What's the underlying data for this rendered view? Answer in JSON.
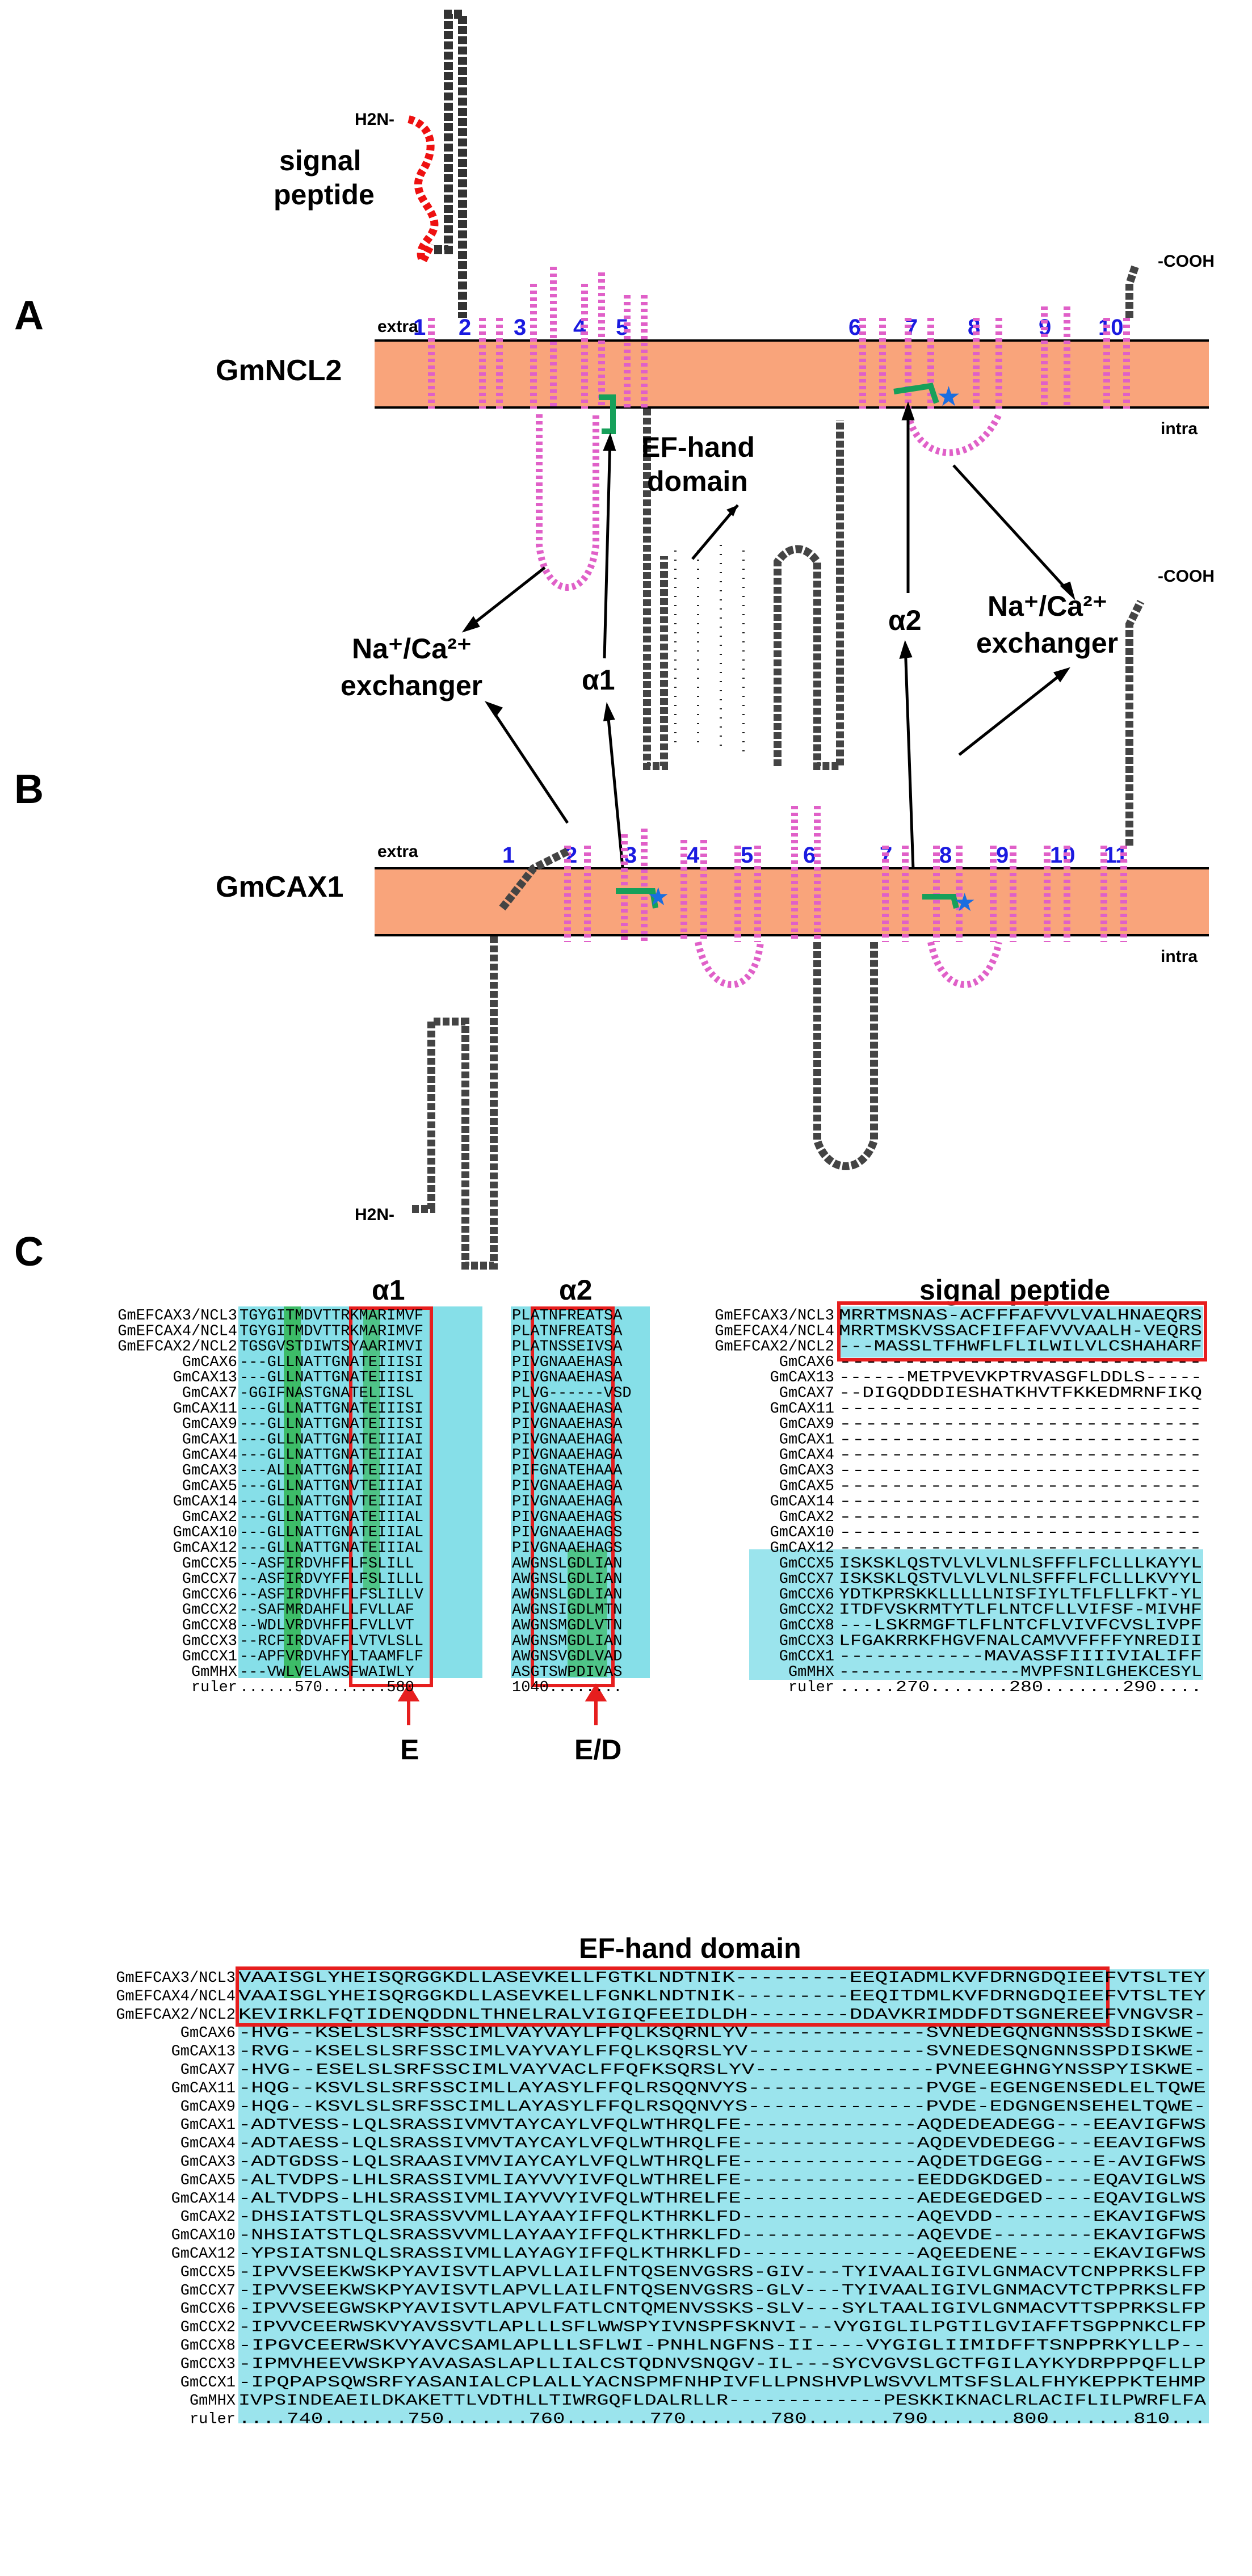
{
  "panels": {
    "a": "A",
    "b": "B",
    "c": "C"
  },
  "topology_a": {
    "protein": "GmNCL2",
    "side_extra": "extra",
    "side_intra": "intra",
    "n_term": "H2N-",
    "c_term": "-COOH",
    "signal_label_1": "signal",
    "signal_label_2": "peptide",
    "tm_labels": [
      "1",
      "2",
      "3",
      "4",
      "5",
      "6",
      "7",
      "8",
      "9",
      "10"
    ],
    "ef_label_1": "EF-hand",
    "ef_label_2": "domain",
    "exchanger_1": "Na⁺/Ca²⁺",
    "exchanger_2": "exchanger",
    "alpha1": "α1",
    "alpha2": "α2"
  },
  "topology_b": {
    "protein": "GmCAX1",
    "side_extra": "extra",
    "side_intra": "intra",
    "n_term": "H2N-",
    "c_term": "-COOH",
    "tm_labels": [
      "1",
      "2",
      "3",
      "4",
      "5",
      "6",
      "7",
      "8",
      "9",
      "10",
      "11"
    ]
  },
  "alignment": {
    "names": [
      "GmEFCAX3/NCL3",
      "GmEFCAX4/NCL4",
      "GmEFCAX2/NCL2",
      "GmCAX6",
      "GmCAX13",
      "GmCAX7",
      "GmCAX11",
      "GmCAX9",
      "GmCAX1",
      "GmCAX4",
      "GmCAX3",
      "GmCAX5",
      "GmCAX14",
      "GmCAX2",
      "GmCAX10",
      "GmCAX12",
      "GmCCX5",
      "GmCCX7",
      "GmCCX6",
      "GmCCX2",
      "GmCCX8",
      "GmCCX3",
      "GmCCX1",
      "GmMHX",
      "ruler"
    ],
    "alpha_block": {
      "title1": "α1",
      "title2": "α2",
      "seq1": [
        "TGYGITMDVTTRKMARIMVF",
        "TGYGITMDVTTRKMARIMVF",
        "TGSGVSTDIWTSYAARIMVI",
        "---GLLNATTGNATEIIISI",
        "---GLLNATTGNATEIIISI",
        "-GGIFNASTGNATELIISL",
        "---GLLNATTGNATEIIISI",
        "---GLLNATTGNATEIIISI",
        "---GLLNATTGNATEIIIAI",
        "---GLLNATTGNATEIIIAI",
        "---ALLNATTGNATEIIIAI",
        "---GLLNATTGNVTEIIIAI",
        "---GLLNATTGNVTEIIIAI",
        "---GLLNATTGNATEIIIAL",
        "---GLLNATTGNATEIIIAL",
        "---GLLNATTGNATEIIIAL",
        "--ASFIRDVHFFLFSLILL",
        "--ASFIRDVYFFLFSLILLL",
        "--ASFIRDVHFFLFSLILLV",
        "--SAFMRDAHFLLFVLLAF",
        "--WDLVRDVHFFLFVLLVT",
        "--RCFIRDVAFFLVTVLSLL",
        "--APFVRDVHFYLTAAMFLF",
        "---VWLVELAWSFWAIWLY",
        "......570.......580"
      ],
      "seq2": [
        "PLATNFREATSA",
        "PLATNFREATSA",
        "PLATNSSEIVSA",
        "PIVGNAAEHASA",
        "PIVGNAAEHASA",
        "PLVG------VSD",
        "PIVGNAAEHASA",
        "PIVGNAAEHASA",
        "PIVGNAAEHAGA",
        "PIVGNAAEHAGA",
        "PIFGNATEHAAA",
        "PIVGNAAEHAGA",
        "PIVGNAAEHAGA",
        "PIVGNAAEHAGS",
        "PIVGNAAEHAGS",
        "PIVGNAAEHAGS",
        "AWGNSLGDLIAN",
        "AWGNSLGDLIAN",
        "AWGNSLGDLIAN",
        "AWGNSIGDLMTN",
        "AWGNSMGDLVTN",
        "AWGNSMGDLIAN",
        "AWGNSVGDLVAD",
        "ASGTSWPDIVAS",
        "1040........"
      ],
      "mark1": "E",
      "mark2": "E/D"
    },
    "signal_block": {
      "title": "signal peptide",
      "seq": [
        "MRRTMSNAS-ACFFFAFVVLVALHNAEQRS",
        "MRRTMSKVSSACFIFFAFVVVAALH-VEQRS",
        "---MASSLTFHWFLFLILWILVLCSHAHARF",
        "----------------------------",
        "------METPVEVKPTRVASGFLDDLS-----",
        "--DIGQDDDIESHATKHVTFKKEDMRNFIKQ",
        "----------------------------",
        "----------------------------",
        "----------------------------",
        "----------------------------",
        "----------------------------",
        "----------------------------",
        "----------------------------",
        "----------------------------",
        "----------------------------",
        "----------------------------",
        "ISKSKLQSTVLVLVLNLSFFFLFCLLLKAYYL",
        "ISKSKLQSTVLVLVLNLSFFFLFCLLLKVYYL",
        "YDTKPRSKKLLLLLNISFIYLTFLFLLFKT-YL",
        "ITDFVSKRMTYTLFLNTCFLLVIFSF-MIVHF",
        "---LSKRMGFTLFLNTCFLVIVFCVSLIVPF",
        "LFGAKRRKFHGVFNALCAMVVFFFFYNREDII",
        "------------MAVASSFIIIIVIALIFF",
        "-----------------MVPFSNILGHEKCESYL",
        ".....270.......280.......290...."
      ]
    },
    "ef_block": {
      "title": "EF-hand domain",
      "seq": [
        "VAAISGLYHEISQRGGKDLLASEVKELLFGTKLNDTNIK---------EEQIADMLKVFDRNGDQIEEFVTSLTEY",
        "VAAISGLYHEISQRGGKDLLASEVKELLFGNKLNDTNIK---------EEQITDMLKVFDRNGDQIEEFVTSLTEY",
        "KEVIRKLFQTIDENQDDNLTHNELRALVIGIQFEEIDLDH--------DDAVKRIMDDFDTSGNEREEFVNGVSR-",
        "-HVG--KSELSLSRFSSCIMLVAYVAYLFFQLKSQRNLYV--------------SVNEDEGQNGNNSSSDISKWE-",
        "-RVG--KSELSLSRFSSCIMLVAYVAYLFFQLKSQRSLYV--------------SVNEDESQNGNNSSPDISKWE-",
        "-HVG--ESELSLSRFSSCIMLVAYVACLFFQFKSQRSLYV--------------PVNEEGHNGYNSSPYISKWE-",
        "-HQG--KSVLSLSRFSSCIMLLAYASYLFFQLRSQQNVYS--------------PVGE-EGENGENSEDLELTQWE",
        "-HQG--KSVLSLSRFSSCIMLLAYASYLFFQLRSQQNVYS--------------PVDE-EDGNGENSEHELTQWE-",
        "-ADTVESS-LQLSRASSIVMVTAYCAYLVFQLWTHRQLFE--------------AQDEDEADEGG---EEAVIGFWS",
        "-ADTAESS-LQLSRASSIVMVTAYCAYLVFQLWTHRQLFE--------------AQDEVDEDEGG---EEAVIGFWS",
        "-ADTGDSS-LQLSRAASIVMVIAYCAYLVFQLWTHRQLFE--------------AQDETDGEGG----E-AVIGFWS",
        "-ALTVDPS-LHLSRASSIVMLIAYVVYIVFQLWTHRELFE--------------EEDDGKDGED----EQAVIGLWS",
        "-ALTVDPS-LHLSRASSIVMLIAYVVYIVFQLWTHRELFE--------------AEDEGEDGED----EQAVIGLWS",
        "-DHSIATSTLQLSRASSVVMLLAYAAYIFFQLKTHRKLFD--------------AQEVDD--------EKAVIGFWS",
        "-NHSIATSTLQLSRASSVVMLLAYAAYIFFQLKTHRKLFD--------------AQEVDE--------EKAVIGFWS",
        "-YPSIATSNLQLSRASSIVMLLAYAGYIFFQLKTHRKLFD--------------AQEEDENE------EKAVIGFWS",
        "-IPVVSEEKWSKPYAVISVTLAPVLLAILFNTQSENVGSRS-GIV---TYIVAALIGIVLGNMACVTCNPPRKSLFP",
        "-IPVVSEEKWSKPYAVISVTLAPVLLAILFNTQSENVGSRS-GLV---TYIVAALIGIVLGNMACVTCTPPRKSLFP",
        "-IPVVSEEGWSKPYAVISVTLAPVLFATLCNTQMENVSSKS-SLV---SYLTAALIGIVLGNMACVTTSPPRKSLFP",
        "-IPVVCEERWSKVYAVSSVTLAPLLLSFLWWSPYIVNSPFSKNVI---VYGIGLILPGTILGVIAFFTSGPPNKCLFP",
        "-IPGVCEERWSKVYAVCSAMLAPLLLSFLWI-PNHLNGFNS-II----VYGIGLIIMIDFFTSNPPRKYLLP--",
        "-IPMVHEEVWSKPYAVASASLAPLLIALCSTQDNVSNQGV-IL---SYCVGVSLGCTFGILAYKYDRPPPQFLLP",
        "-IPQPAPSQWSRFYASANIALCPLALLYACNSPMFNHPIVFLLPNSHVPLWSVVLMTSFSLALFHYKEPPKTEHMP",
        "IVPSINDEAEILDKAKETTLVDTHLLTIWRGQFLDALRLLR-------------PESKKIKNACLRLACIFLILPWRFLFA",
        "....740.......750.......760.......770.......780.......790.......800.......810..."
      ]
    },
    "colors": {
      "membrane": "#f9a47b",
      "alignment_cyan": "#22c4d6",
      "alignment_green": "#2bb347",
      "alignment_orange": "#f08c3a",
      "alignment_magenta": "#c047c9",
      "alignment_yellow": "#f2e23c",
      "box_red": "#e61e1e",
      "tm_blue": "#1a1ae0"
    }
  }
}
